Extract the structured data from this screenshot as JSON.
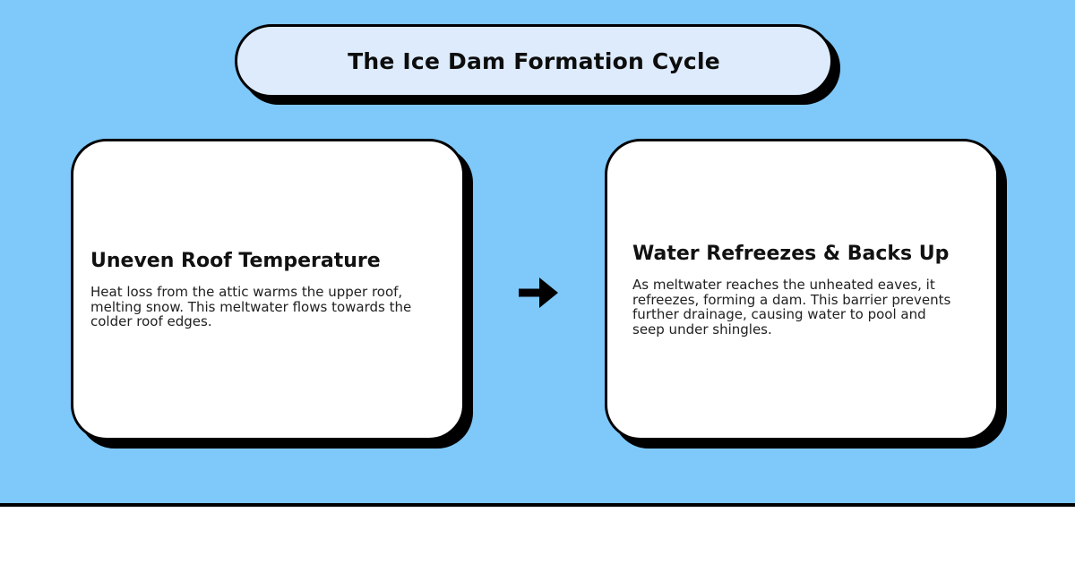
{
  "title": {
    "text": "The Ice Dam Formation Cycle"
  },
  "steps": [
    {
      "heading": "Uneven Roof Temperature",
      "body": "Heat loss from the attic warms the upper roof, melting snow. This meltwater flows towards the colder roof edges."
    },
    {
      "heading": "Water Refreezes & Backs Up",
      "body": "As meltwater reaches the unheated eaves, it refreezes, forming a dam. This barrier prevents further drainage, causing water to pool and seep under shingles."
    }
  ],
  "connector": {
    "icon": "arrow-right-icon",
    "glyph": "→"
  },
  "colors": {
    "background": "#7FC8FA",
    "pill_fill": "#DDEBFC",
    "card_fill": "#FFFFFF",
    "outline": "#000000",
    "title_text": "#0D0D0D",
    "heading_text": "#111111",
    "body_text": "#212121"
  }
}
